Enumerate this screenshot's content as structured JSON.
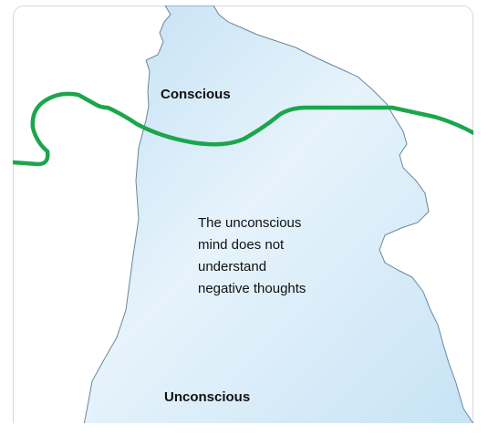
{
  "diagram": {
    "conscious_label": "Conscious",
    "unconscious_label": "Unconscious",
    "body_lines": [
      "The unconscious",
      "mind does not",
      "understand",
      "negative thoughts"
    ],
    "colors": {
      "waterline": "#1ca64c",
      "iceberg_fill": "#cfe8f7",
      "iceberg_stroke": "#6b8799",
      "frame_border": "#d9d9d9"
    }
  }
}
